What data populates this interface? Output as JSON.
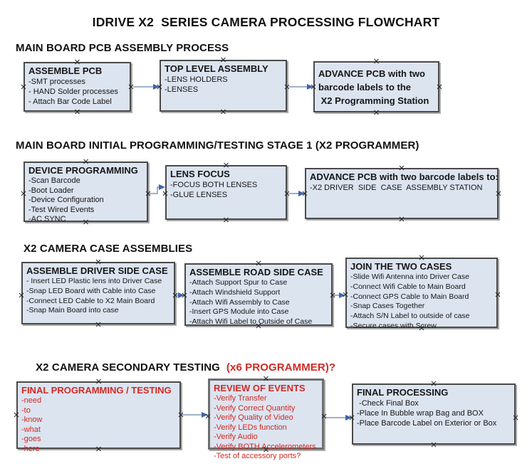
{
  "title": "IDRIVE X2  SERIES CAMERA PROCESSING FLOWCHART",
  "colors": {
    "box_fill": "#dce4f0",
    "box_border": "#4a4a4a",
    "accent_red": "#d02a24",
    "connector_line": "#8095b5",
    "connector_arrowhead": "#3f64aa"
  },
  "sections": [
    {
      "heading": "MAIN BOARD PCB ASSEMBLY PROCESS",
      "boxes": [
        {
          "title": "ASSEMBLE PCB",
          "items": [
            "-SMT processes",
            "- HAND Solder processes",
            "- Attach Bar Code Label"
          ]
        },
        {
          "title": "TOP LEVEL ASSEMBLY",
          "items": [
            "-LENS HOLDERS",
            "-LENSES"
          ]
        },
        {
          "lines": [
            "ADVANCE PCB with two",
            "barcode labels to the",
            " X2 Programming Station"
          ]
        }
      ]
    },
    {
      "heading": "MAIN BOARD INITIAL PROGRAMMING/TESTING STAGE 1 (X2 PROGRAMMER)",
      "boxes": [
        {
          "title": "DEVICE PROGRAMMING",
          "items": [
            "-Scan Barcode",
            "-Boot Loader",
            "-Device Configuration",
            "-Test Wired Events",
            "-AC SYNC"
          ]
        },
        {
          "title": "LENS FOCUS",
          "items": [
            "-FOCUS BOTH LENSES",
            "-GLUE LENSES"
          ]
        },
        {
          "title": "ADVANCE PCB with two barcode labels to:",
          "items": [
            "-X2 DRIVER  SIDE  CASE  ASSEMBLY STATION"
          ]
        }
      ]
    },
    {
      "heading": "X2 CAMERA CASE ASSEMBLIES",
      "boxes": [
        {
          "title": "ASSEMBLE DRIVER SIDE CASE",
          "items": [
            "- Insert LED Plastic lens into Driver Case",
            "-Snap LED Board with Cable into Case",
            "-Connect LED Cable to X2 Main Board",
            "-Snap Main Board into case"
          ]
        },
        {
          "title": "ASSEMBLE ROAD SIDE CASE",
          "items": [
            "-Attach Support Spur to Case",
            "-Attach Windshield Support",
            "-Attach Wifi Assembly to Case",
            "-Insert GPS Module into Case",
            "-Attach Wifi Label to Outside of Case"
          ]
        },
        {
          "title": "JOIN THE TWO CASES",
          "items": [
            "-Slide Wifi Antenna into Driver Case",
            "-Connect Wifi Cable to Main Board",
            "-Connect GPS Cable to Main Board",
            "-Snap Cases Together",
            "-Attach S/N Label to outside of case",
            "-Secure cases with Screw"
          ]
        }
      ]
    },
    {
      "heading": "X2 CAMERA SECONDARY TESTING",
      "heading_red": "(x6 PROGRAMMER)?",
      "boxes": [
        {
          "title": "FINAL PROGRAMMING / TESTING",
          "items": [
            "-need",
            "-to",
            "-know",
            "-what",
            "-goes",
            "-here"
          ]
        },
        {
          "title": "REVIEW OF EVENTS",
          "items": [
            "-Verify Transfer",
            "-Verify Correct Quantity",
            "-Verify Quality of Video",
            "-Verify LEDs function",
            "-Verify Audio",
            "-Verify BOTH Accelerometers",
            "-Test of accessory ports?"
          ]
        },
        {
          "title": "FINAL PROCESSING",
          "items": [
            " -Check Final Box",
            "-Place In Bubble wrap Bag and BOX",
            "-Place Barcode Label on Exterior or Box"
          ]
        }
      ]
    }
  ]
}
